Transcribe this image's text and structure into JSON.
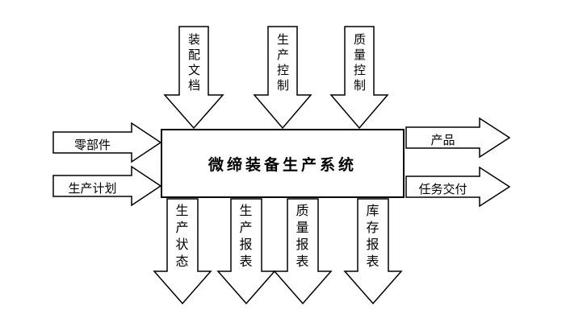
{
  "diagram": {
    "title": "微缔装备生产系统",
    "top_inputs": [
      {
        "label": "装配文档"
      },
      {
        "label": "生产控制"
      },
      {
        "label": "质量控制"
      }
    ],
    "left_inputs": [
      {
        "label": "零部件"
      },
      {
        "label": "生产计划"
      }
    ],
    "right_outputs": [
      {
        "label": "产品"
      },
      {
        "label": "任务交付"
      }
    ],
    "bottom_outputs": [
      {
        "label": "生产状态"
      },
      {
        "label": "生产报表"
      },
      {
        "label": "质量报表"
      },
      {
        "label": "库存报表"
      }
    ],
    "colors": {
      "stroke": "#000000",
      "fill": "#ffffff",
      "background": "#ffffff"
    }
  }
}
